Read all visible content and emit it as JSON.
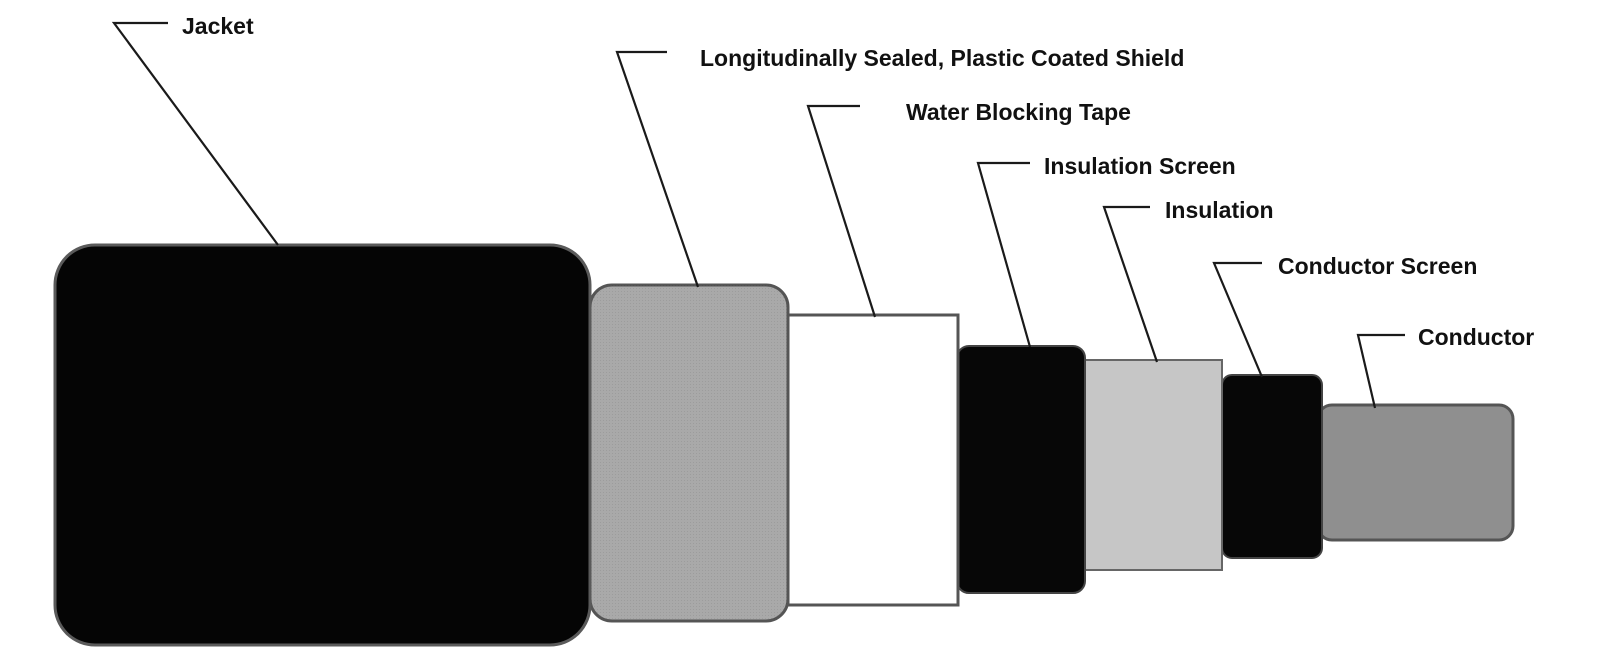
{
  "diagram": {
    "layers": [
      {
        "id": "jacket",
        "label": "Jacket",
        "fill": "#050505",
        "stroke": "#5a5a5a"
      },
      {
        "id": "shield",
        "label": "Longitudinally Sealed, Plastic Coated Shield",
        "fill": "#a9a9a9",
        "stroke": "#555555"
      },
      {
        "id": "water_tape",
        "label": "Water Blocking Tape",
        "fill": "#ffffff",
        "stroke": "#555555"
      },
      {
        "id": "insulation_screen",
        "label": "Insulation Screen",
        "fill": "#070707",
        "stroke": "#444444"
      },
      {
        "id": "insulation",
        "label": "Insulation",
        "fill": "#c6c6c6",
        "stroke": "#666666"
      },
      {
        "id": "conductor_screen",
        "label": "Conductor Screen",
        "fill": "#070707",
        "stroke": "#444444"
      },
      {
        "id": "conductor",
        "label": "Conductor",
        "fill": "#8f8f8f",
        "stroke": "#555555"
      }
    ]
  }
}
